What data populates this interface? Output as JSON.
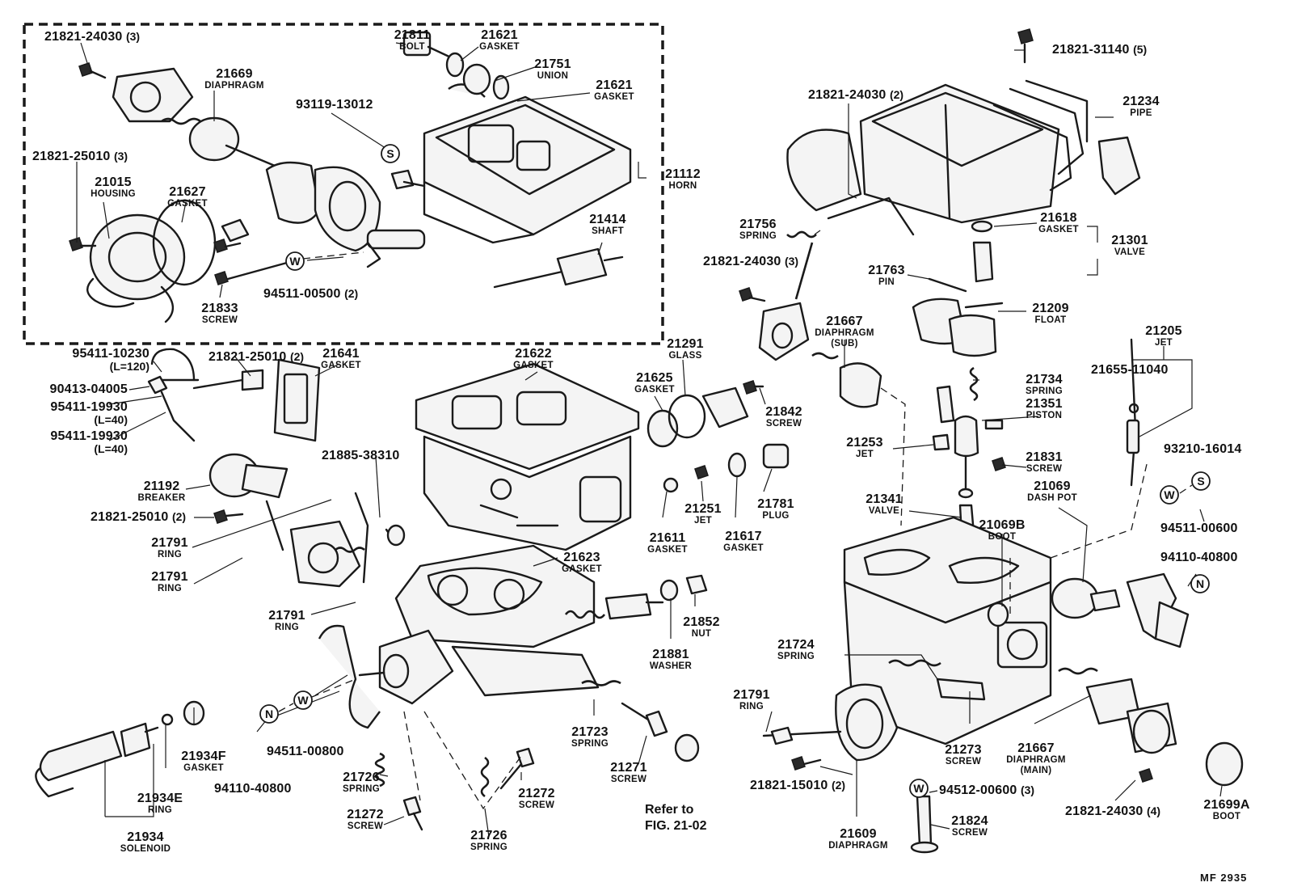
{
  "figure_number": "MF 2935",
  "reference_note": [
    "Refer to",
    "FIG. 21-02"
  ],
  "symbols": {
    "S": "S",
    "W": "W",
    "N": "N"
  },
  "callouts": [
    {
      "id": "c01",
      "part": "21821-24030",
      "qty": "(3)",
      "name": ""
    },
    {
      "id": "c02",
      "part": "21811",
      "qty": "",
      "name": "BOLT"
    },
    {
      "id": "c03",
      "part": "21621",
      "qty": "",
      "name": "GASKET"
    },
    {
      "id": "c04",
      "part": "21669",
      "qty": "",
      "name": "DIAPHRAGM"
    },
    {
      "id": "c05",
      "part": "21751",
      "qty": "",
      "name": "UNION"
    },
    {
      "id": "c06",
      "part": "21621",
      "qty": "",
      "name": "GASKET"
    },
    {
      "id": "c07",
      "part": "93119-13012",
      "qty": "",
      "name": ""
    },
    {
      "id": "c08",
      "part": "21821-25010",
      "qty": "(3)",
      "name": ""
    },
    {
      "id": "c09",
      "part": "21015",
      "qty": "",
      "name": "HOUSING"
    },
    {
      "id": "c10",
      "part": "21627",
      "qty": "",
      "name": "GASKET"
    },
    {
      "id": "c11",
      "part": "21112",
      "qty": "",
      "name": "HORN"
    },
    {
      "id": "c12",
      "part": "21414",
      "qty": "",
      "name": "SHAFT"
    },
    {
      "id": "c13",
      "part": "94511-00500",
      "qty": "(2)",
      "name": ""
    },
    {
      "id": "c14",
      "part": "21833",
      "qty": "",
      "name": "SCREW"
    },
    {
      "id": "c15",
      "part": "21821-31140",
      "qty": "(5)",
      "name": ""
    },
    {
      "id": "c16",
      "part": "21821-24030",
      "qty": "(2)",
      "name": ""
    },
    {
      "id": "c17",
      "part": "21234",
      "qty": "",
      "name": "PIPE"
    },
    {
      "id": "c18",
      "part": "21756",
      "qty": "",
      "name": "SPRING"
    },
    {
      "id": "c19",
      "part": "21618",
      "qty": "",
      "name": "GASKET"
    },
    {
      "id": "c20",
      "part": "21301",
      "qty": "",
      "name": "VALVE"
    },
    {
      "id": "c21",
      "part": "21821-24030",
      "qty": "(3)",
      "name": ""
    },
    {
      "id": "c22",
      "part": "21763",
      "qty": "",
      "name": "PIN"
    },
    {
      "id": "c23",
      "part": "21209",
      "qty": "",
      "name": "FLOAT"
    },
    {
      "id": "c24",
      "part": "21667",
      "qty": "",
      "name": "DIAPHRAGM",
      "sub": "(SUB)"
    },
    {
      "id": "c25",
      "part": "21205",
      "qty": "",
      "name": "JET"
    },
    {
      "id": "c26",
      "part": "95411-10230",
      "qty": "",
      "name": "(L=120)"
    },
    {
      "id": "c27",
      "part": "21821-25010",
      "qty": "(2)",
      "name": ""
    },
    {
      "id": "c28",
      "part": "21641",
      "qty": "",
      "name": "GASKET"
    },
    {
      "id": "c29",
      "part": "21622",
      "qty": "",
      "name": "GASKET"
    },
    {
      "id": "c30",
      "part": "21291",
      "qty": "",
      "name": "GLASS"
    },
    {
      "id": "c31",
      "part": "90413-04005",
      "qty": "",
      "name": ""
    },
    {
      "id": "c32",
      "part": "21625",
      "qty": "",
      "name": "GASKET"
    },
    {
      "id": "c33",
      "part": "95411-19930",
      "qty": "",
      "name": "(L=40)"
    },
    {
      "id": "c34",
      "part": "21842",
      "qty": "",
      "name": "SCREW"
    },
    {
      "id": "c35",
      "part": "21655-11040",
      "qty": "",
      "name": ""
    },
    {
      "id": "c36",
      "part": "21734",
      "qty": "",
      "name": "SPRING"
    },
    {
      "id": "c37",
      "part": "21351",
      "qty": "",
      "name": "PISTON"
    },
    {
      "id": "c38",
      "part": "95411-19930",
      "qty": "",
      "name": "(L=40)"
    },
    {
      "id": "c39",
      "part": "21253",
      "qty": "",
      "name": "JET"
    },
    {
      "id": "c40",
      "part": "21885-38310",
      "qty": "",
      "name": ""
    },
    {
      "id": "c41",
      "part": "93210-16014",
      "qty": "",
      "name": ""
    },
    {
      "id": "c42",
      "part": "21831",
      "qty": "",
      "name": "SCREW"
    },
    {
      "id": "c43",
      "part": "21192",
      "qty": "",
      "name": "BREAKER"
    },
    {
      "id": "c44",
      "part": "21069",
      "qty": "",
      "name": "DASH POT"
    },
    {
      "id": "c45",
      "part": "21251",
      "qty": "",
      "name": "JET"
    },
    {
      "id": "c46",
      "part": "21781",
      "qty": "",
      "name": "PLUG"
    },
    {
      "id": "c47",
      "part": "21821-25010",
      "qty": "(2)",
      "name": ""
    },
    {
      "id": "c48",
      "part": "21341",
      "qty": "",
      "name": "VALVE"
    },
    {
      "id": "c49",
      "part": "94511-00600",
      "qty": "",
      "name": ""
    },
    {
      "id": "c50",
      "part": "21611",
      "qty": "",
      "name": "GASKET"
    },
    {
      "id": "c51",
      "part": "21617",
      "qty": "",
      "name": "GASKET"
    },
    {
      "id": "c52",
      "part": "21069B",
      "qty": "",
      "name": "BOOT"
    },
    {
      "id": "c53",
      "part": "21791",
      "qty": "",
      "name": "RING"
    },
    {
      "id": "c54",
      "part": "21623",
      "qty": "",
      "name": "GASKET"
    },
    {
      "id": "c55",
      "part": "94110-40800",
      "qty": "",
      "name": ""
    },
    {
      "id": "c56",
      "part": "21791",
      "qty": "",
      "name": "RING"
    },
    {
      "id": "c57",
      "part": "21852",
      "qty": "",
      "name": "NUT"
    },
    {
      "id": "c58",
      "part": "21791",
      "qty": "",
      "name": "RING"
    },
    {
      "id": "c59",
      "part": "21724",
      "qty": "",
      "name": "SPRING"
    },
    {
      "id": "c60",
      "part": "21881",
      "qty": "",
      "name": "WASHER"
    },
    {
      "id": "c61",
      "part": "21791",
      "qty": "",
      "name": "RING"
    },
    {
      "id": "c62",
      "part": "21934F",
      "qty": "",
      "name": "GASKET"
    },
    {
      "id": "c63",
      "part": "94511-00800",
      "qty": "",
      "name": ""
    },
    {
      "id": "c64",
      "part": "94110-40800",
      "qty": "",
      "name": ""
    },
    {
      "id": "c65",
      "part": "21723",
      "qty": "",
      "name": "SPRING"
    },
    {
      "id": "c66",
      "part": "21271",
      "qty": "",
      "name": "SCREW"
    },
    {
      "id": "c67",
      "part": "21273",
      "qty": "",
      "name": "SCREW"
    },
    {
      "id": "c68",
      "part": "21667",
      "qty": "",
      "name": "DIAPHRAGM",
      "sub": "(MAIN)"
    },
    {
      "id": "c69",
      "part": "21934E",
      "qty": "",
      "name": "RING"
    },
    {
      "id": "c70",
      "part": "21726",
      "qty": "",
      "name": "SPRING"
    },
    {
      "id": "c71",
      "part": "21272",
      "qty": "",
      "name": "SCREW"
    },
    {
      "id": "c72",
      "part": "21821-15010",
      "qty": "(2)",
      "name": ""
    },
    {
      "id": "c73",
      "part": "94512-00600",
      "qty": "(3)",
      "name": ""
    },
    {
      "id": "c74",
      "part": "21699A",
      "qty": "",
      "name": "BOOT"
    },
    {
      "id": "c75",
      "part": "21821-24030",
      "qty": "(4)",
      "name": ""
    },
    {
      "id": "c76",
      "part": "21272",
      "qty": "",
      "name": "SCREW"
    },
    {
      "id": "c77",
      "part": "21934",
      "qty": "",
      "name": "SOLENOID"
    },
    {
      "id": "c78",
      "part": "21609",
      "qty": "",
      "name": "DIAPHRAGM"
    },
    {
      "id": "c79",
      "part": "21726",
      "qty": "",
      "name": "SPRING"
    },
    {
      "id": "c80",
      "part": "21824",
      "qty": "",
      "name": "SCREW"
    }
  ]
}
